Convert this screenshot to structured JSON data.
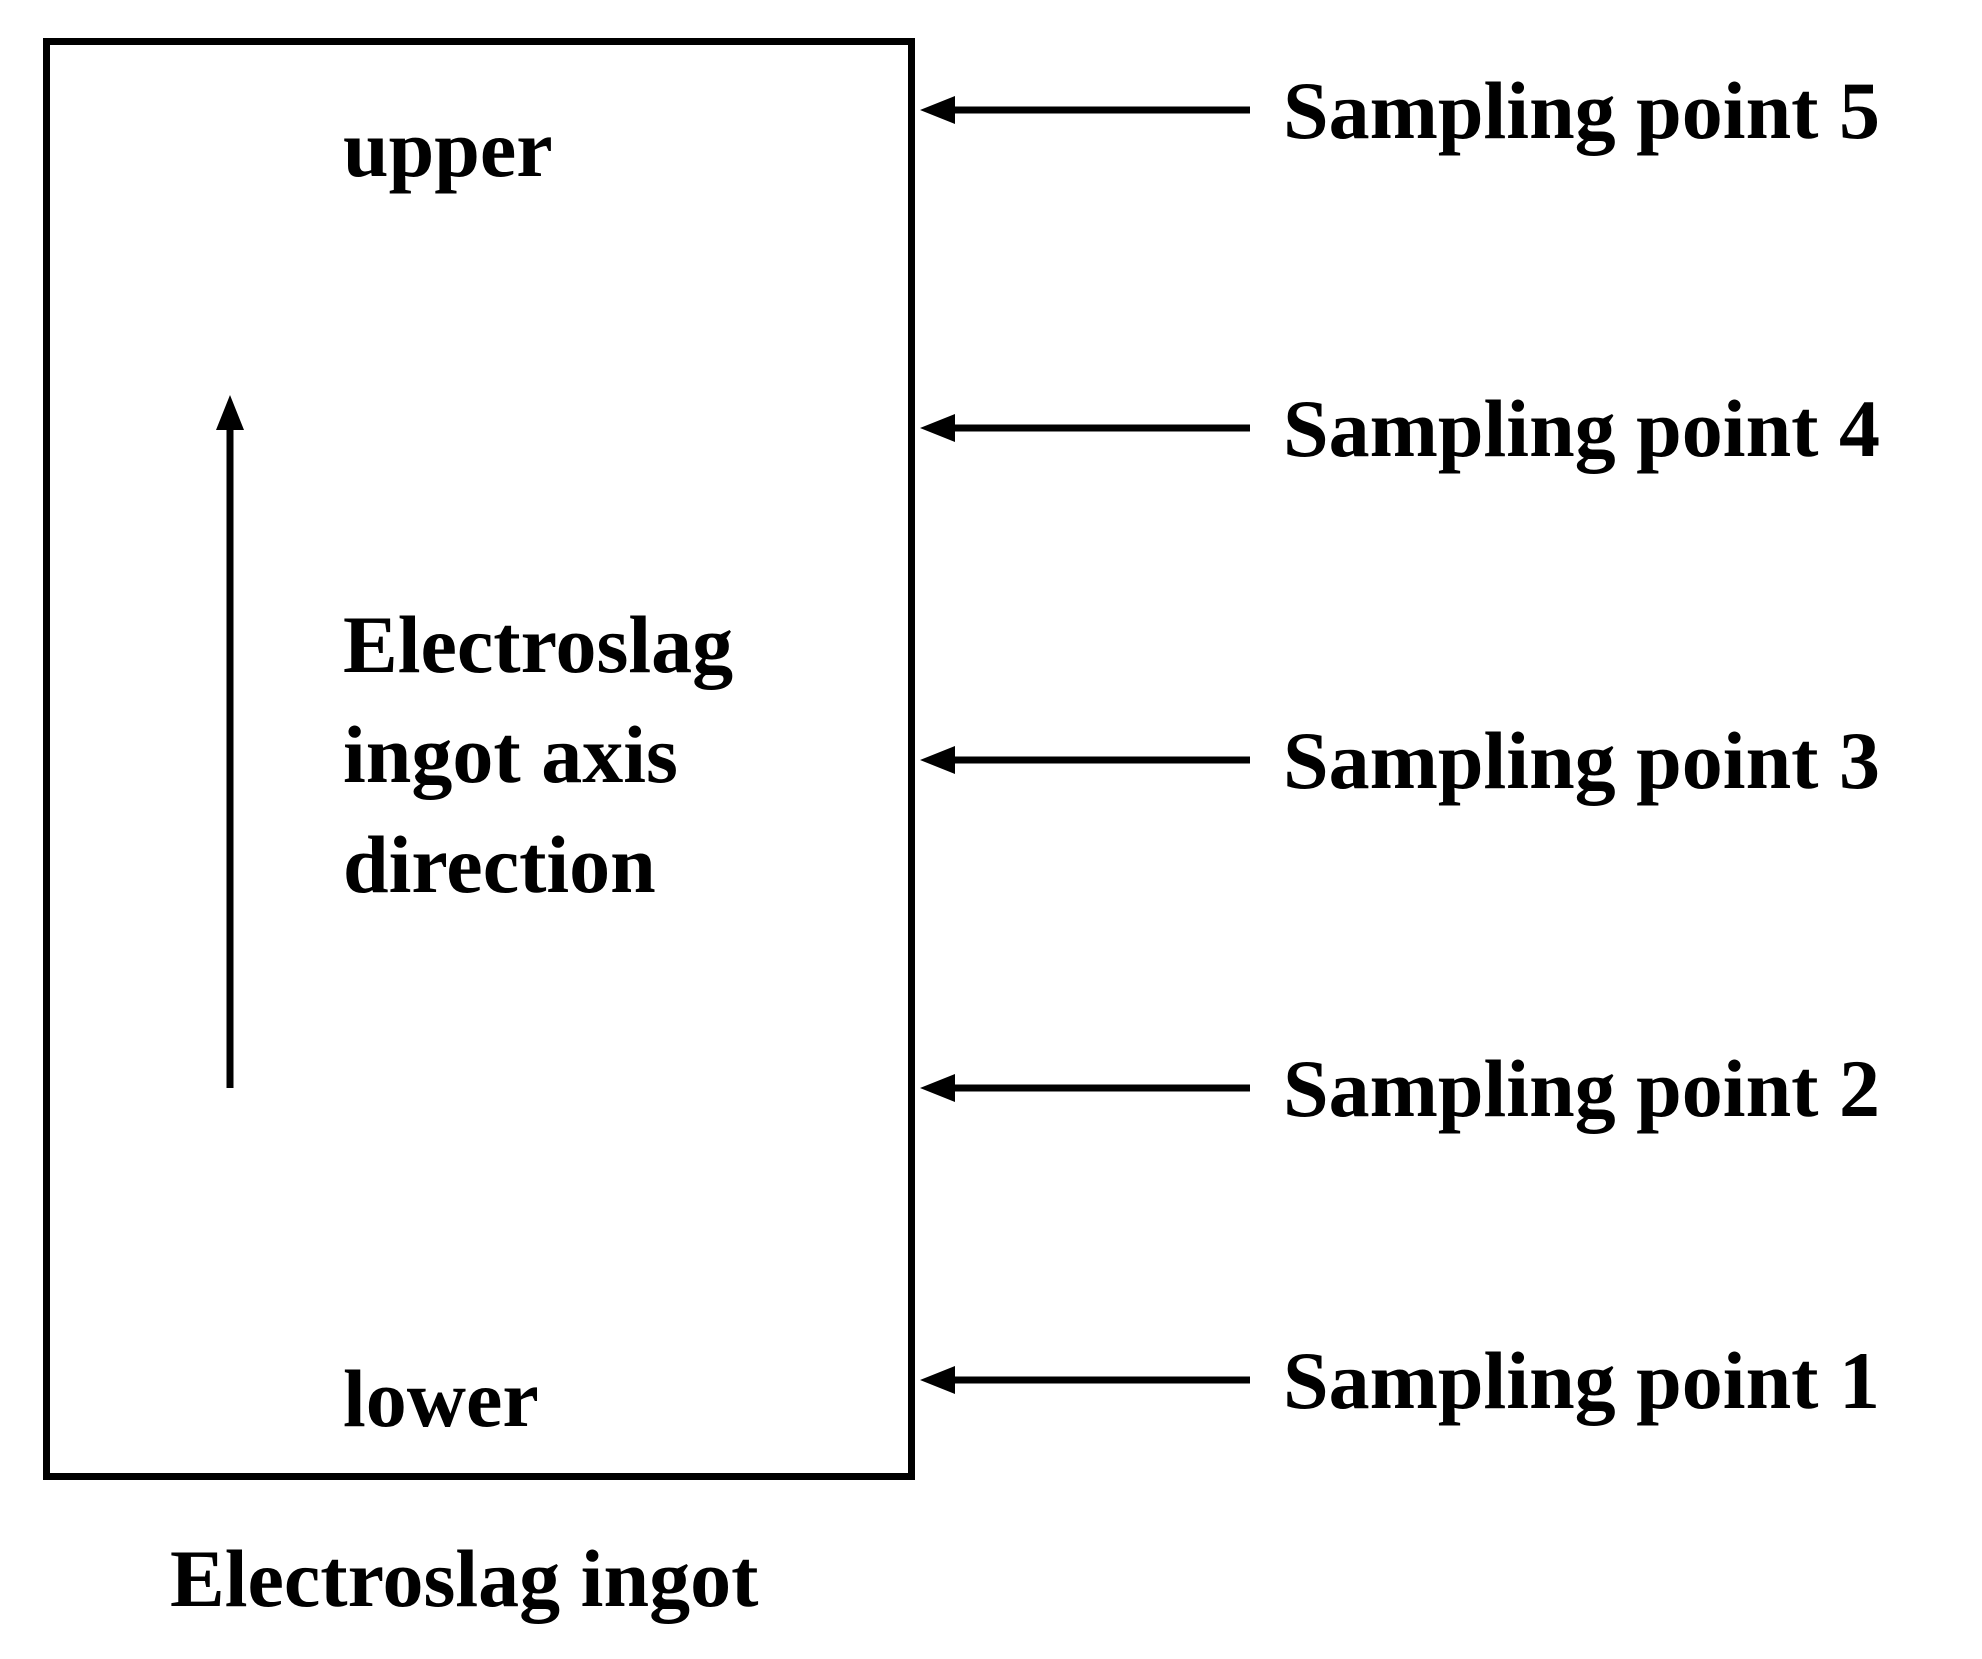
{
  "ingot": {
    "upper_label": "upper",
    "lower_label": "lower",
    "axis_label_lines": [
      "Electroslag",
      "ingot axis",
      "direction"
    ],
    "caption": "Electroslag ingot"
  },
  "sampling_points": [
    {
      "label": "Sampling point 5"
    },
    {
      "label": "Sampling point 4"
    },
    {
      "label": "Sampling point 3"
    },
    {
      "label": "Sampling point 2"
    },
    {
      "label": "Sampling point 1"
    }
  ],
  "colors": {
    "line": "#000000",
    "background": "#ffffff"
  }
}
